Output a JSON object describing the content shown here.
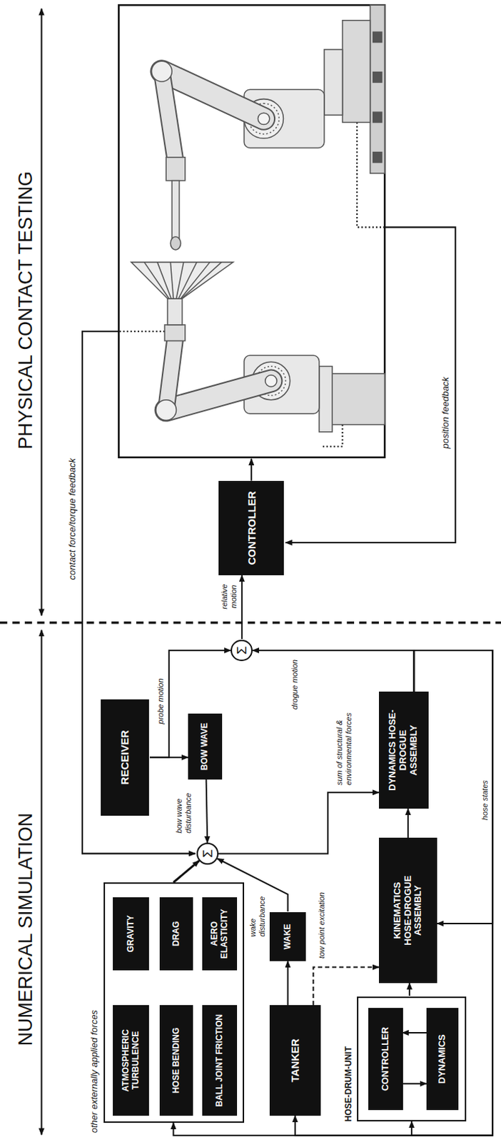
{
  "diagram": {
    "nodes": [
      {
        "text": [
          "other externally applied forces"
        ]
      },
      {
        "text": [
          "ATMOSPHERIC TURBULENCE"
        ],
        "in": 0
      },
      {
        "text": [
          "HOSE BENDING"
        ],
        "in": 0
      },
      {
        "text": [
          "BALL JOINT FRICTION"
        ],
        "in": 0
      },
      {
        "text": [
          "GRAVITY"
        ],
        "in": 0
      },
      {
        "text": [
          "DRAG"
        ],
        "in": 0
      },
      {
        "text": [
          "AERO ELASTICITY"
        ],
        "in": 0
      },
      {
        "text": [
          "TANKER"
        ]
      },
      {
        "text": [
          "HOSE-DRUM-UNIT"
        ]
      },
      {
        "text": [
          "CONTROLLER"
        ],
        "in": 8
      },
      {
        "text": [
          "DYNAMICS"
        ],
        "in": 8
      },
      {
        "text": [
          "WAKE"
        ]
      },
      {
        "text": [
          "KINEMATICS HOSE-DROGUE ASSEMBLY"
        ]
      },
      {
        "text": [
          "Σ"
        ]
      },
      {
        "text": [
          "RECEIVER"
        ]
      },
      {
        "text": [
          "BOW WAVE"
        ]
      },
      {
        "text": [
          "DYNAMICS HOSE-DROGUE ASSEMBLY"
        ]
      },
      {
        "text": [
          "Σ"
        ]
      },
      {
        "text": [
          "CONTROLLER"
        ]
      }
    ],
    "edges": [
      {
        "from": 0,
        "to": 13,
        "arrow": "to"
      },
      {
        "from": 11,
        "to": 13,
        "label": "wake disturbance",
        "arrow": "to"
      },
      {
        "from": 15,
        "to": 13,
        "label": "bow wave disturbance",
        "arrow": "to"
      },
      {
        "from": 7,
        "to": 11,
        "arrow": "to"
      },
      {
        "from": 7,
        "to": 12,
        "label": "tow point excitation",
        "arrow": "to"
      },
      {
        "from": 8,
        "to": 12,
        "arrow": "to"
      },
      {
        "from": 9,
        "to": 10,
        "arrow": "to"
      },
      {
        "from": 10,
        "to": 9,
        "arrow": "to"
      },
      {
        "from": 12,
        "to": 16,
        "arrow": "to"
      },
      {
        "from": 13,
        "to": 16,
        "label": "sum of structural & environmental forces",
        "arrow": "to"
      },
      {
        "from": 14,
        "to": 15,
        "arrow": "to"
      },
      {
        "from": 14,
        "to": 17,
        "label": "probe motion",
        "arrow": "to"
      },
      {
        "from": 16,
        "to": 17,
        "label": "drogue motion",
        "arrow": "to"
      },
      {
        "from": 17,
        "to": 18,
        "label": "relative motion",
        "arrow": "to"
      },
      {
        "from": 16,
        "to": 0,
        "label": "hose states",
        "arrow": "to"
      },
      {
        "from": 16,
        "to": 7,
        "arrow": "to"
      },
      {
        "from": 16,
        "to": 8,
        "arrow": "to"
      },
      {
        "from": 16,
        "to": 12,
        "arrow": "to"
      }
    ],
    "labels": [
      "NUMERICAL SIMULATION",
      "PHYSICAL CONTACT TESTING",
      "contact force/torque feedback",
      "position feedback"
    ]
  }
}
